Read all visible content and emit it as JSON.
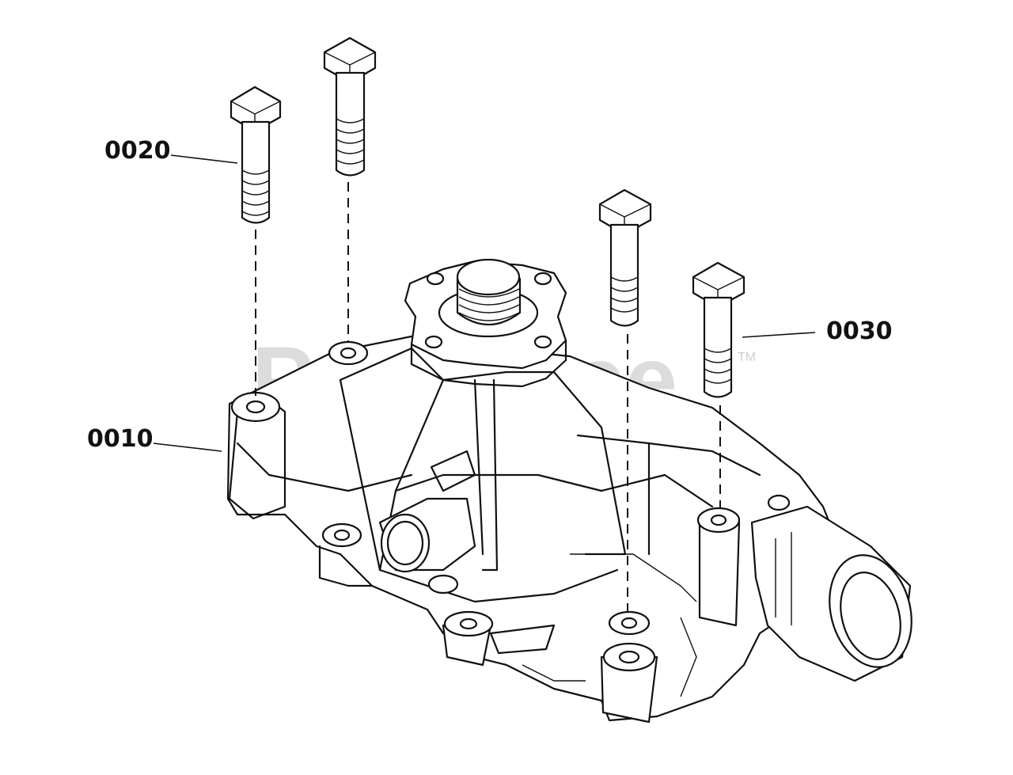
{
  "diagram": {
    "watermark": "PartsTree",
    "watermark_tm": "TM",
    "callouts": {
      "housing": "0010",
      "bolt_long": "0020",
      "bolt_short": "0030"
    }
  }
}
